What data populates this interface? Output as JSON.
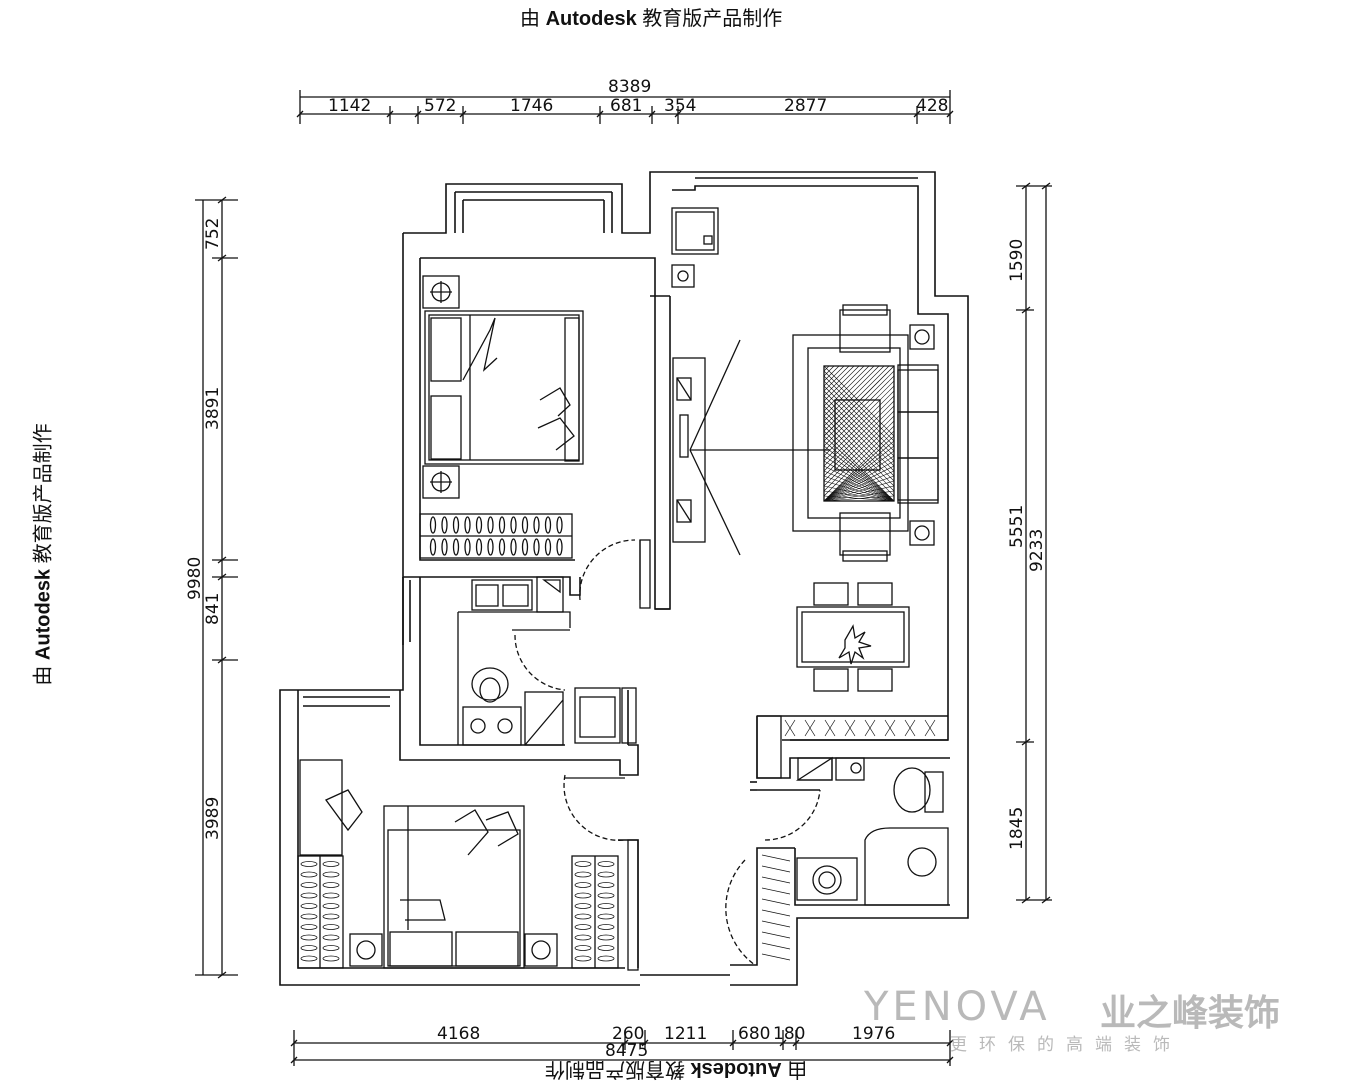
{
  "watermark": {
    "prefix": "由 ",
    "brand": "Autodesk",
    "suffix": " 教育版产品制作"
  },
  "dimensions": {
    "top_total": "8389",
    "top_segments": [
      "1142",
      "572",
      "1746",
      "681",
      "354",
      "2877",
      "428"
    ],
    "left_total": "9980",
    "left_segments": [
      "752",
      "3891",
      "841",
      "3989"
    ],
    "right_total": "9233",
    "right_segments": [
      "1590",
      "5551",
      "1845"
    ],
    "bottom_total": "8475",
    "bottom_segments": [
      "4168",
      "260",
      "1211",
      "680",
      "180",
      "1976"
    ]
  },
  "logo": {
    "latin": "YENOVA",
    "chinese": "业之峰装饰",
    "tagline": "更环保的高端装饰"
  },
  "colors": {
    "line": "#111111",
    "logo": "#b9b9b9"
  }
}
